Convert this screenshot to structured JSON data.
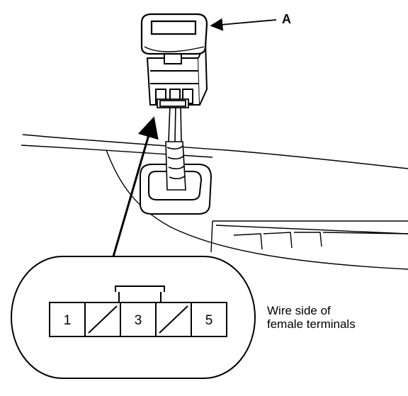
{
  "callout_label": "A",
  "connector": {
    "terminals": [
      "1",
      "",
      "3",
      "",
      "5"
    ]
  },
  "caption": {
    "line1": "Wire side of",
    "line2": "female terminals"
  },
  "colors": {
    "ink": "#000000",
    "paper": "#ffffff"
  }
}
